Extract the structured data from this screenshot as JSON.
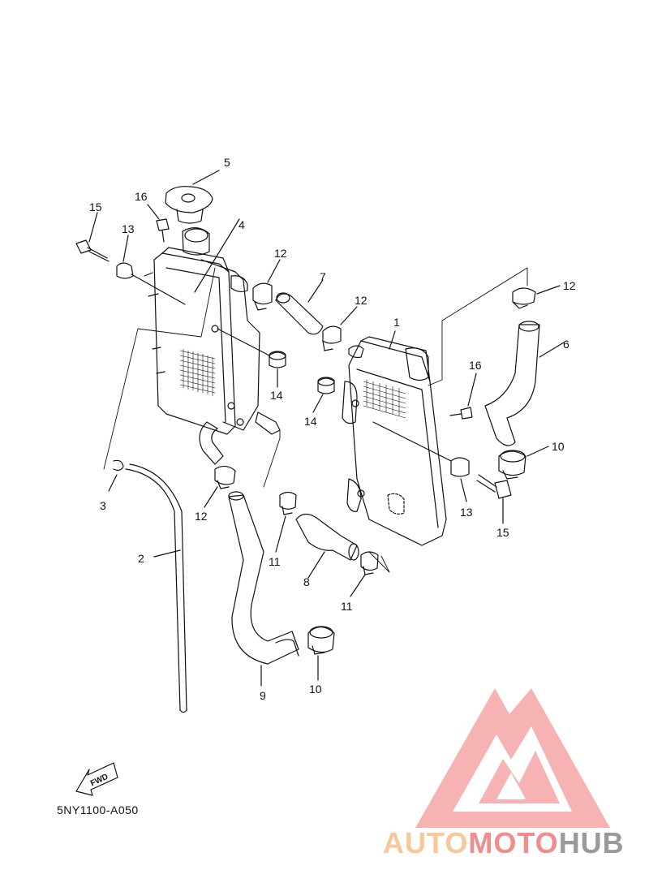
{
  "diagram_code": "5NY1100-A050",
  "fwd_label": "FWD",
  "watermark": {
    "part1": "AUTO",
    "part2": "MOTO",
    "part3": "HUB"
  },
  "callouts": {
    "c1": "1",
    "c2": "2",
    "c3": "3",
    "c4": "4",
    "c5": "5",
    "c6": "6",
    "c7": "7",
    "c8": "8",
    "c9": "9",
    "c10a": "10",
    "c10b": "10",
    "c11a": "11",
    "c11b": "11",
    "c12a": "12",
    "c12b": "12",
    "c12c": "12",
    "c12d": "12",
    "c13a": "13",
    "c13b": "13",
    "c14a": "14",
    "c14b": "14",
    "c15a": "15",
    "c15b": "15",
    "c16a": "16",
    "c16b": "16"
  },
  "colors": {
    "line": "#111111",
    "logo_red": "#f07b7b",
    "logo_orange": "#f7c99a",
    "logo_grey": "#9a9a9a"
  }
}
